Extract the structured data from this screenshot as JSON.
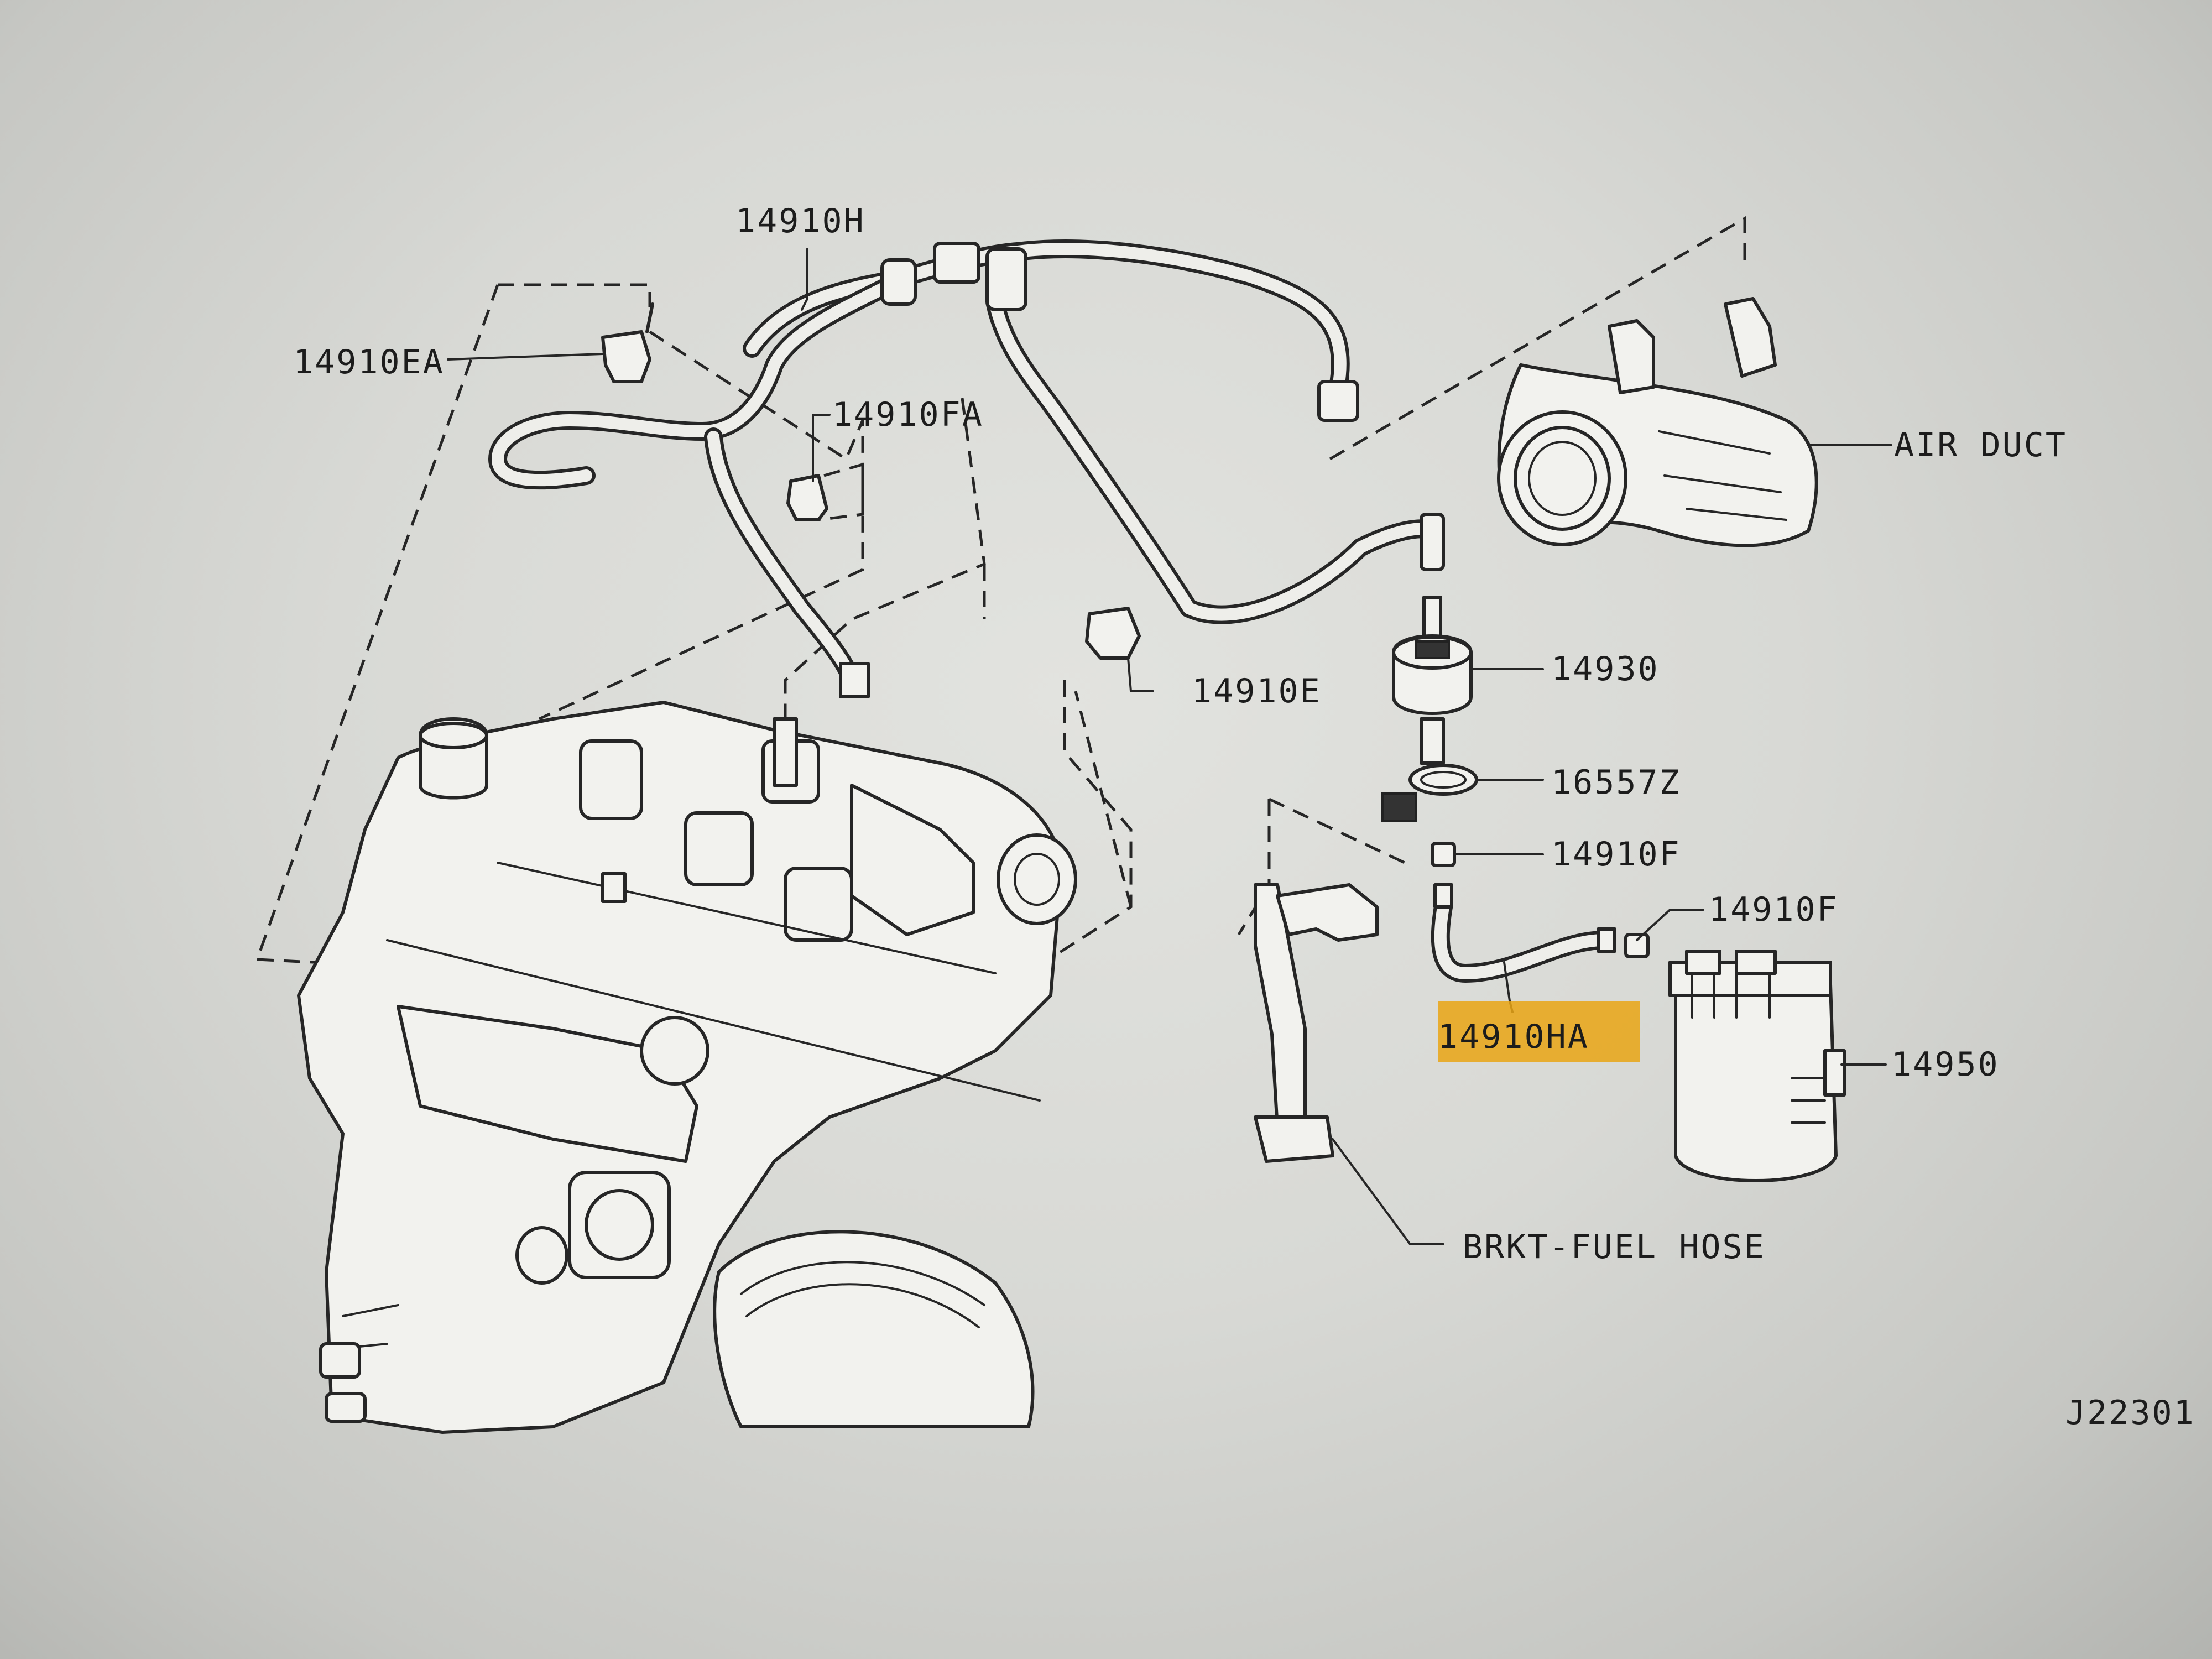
{
  "labels": {
    "part_14910H": "14910H",
    "part_14910EA": "14910EA",
    "part_14910FA": "14910FA",
    "part_14910E": "14910E",
    "air_duct": "AIR DUCT",
    "part_14930": "14930",
    "part_16557Z": "16557Z",
    "part_14910F_upper": "14910F",
    "part_14910F_right": "14910F",
    "part_14910HA": "14910HA",
    "part_14950": "14950",
    "bracket": "BRKT-FUEL HOSE",
    "figure_code": "J22301"
  },
  "colors": {
    "highlight": "#e9a514",
    "line": "#262626",
    "background": "#dcddd9"
  },
  "highlighted_part": "14910HA"
}
